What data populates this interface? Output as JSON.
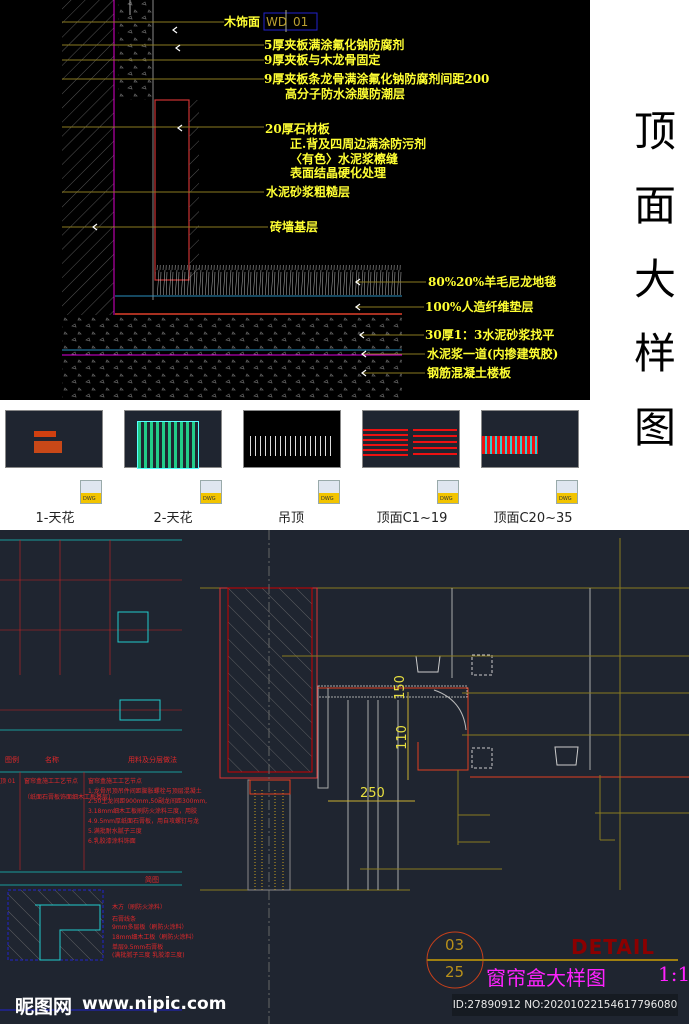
{
  "top_detail": {
    "tag_label": "木饰面",
    "tag_code": "WD",
    "tag_number": "01",
    "callouts": [
      "5厚夹板满涂氟化钠防腐剂",
      "9厚夹板与木龙骨固定",
      "9厚夹板条龙骨满涂氟化钠防腐剂间距200",
      "高分子防水涂膜防潮层",
      "20厚石材板",
      "正.背及四周边满涂防污剂",
      "〈有色〉水泥浆檫缝",
      "表面结晶硬化处理",
      "水泥砂浆粗糙层",
      "砖墙基层",
      "80%20%羊毛尼龙地毯",
      "100%人造纤维垫层",
      "30厚1：3水泥砂浆找平",
      "水泥浆一道(内掺建筑胶)",
      "钢筋混凝土楼板"
    ]
  },
  "side_title": [
    "顶",
    "面",
    "大",
    "样",
    "图"
  ],
  "files": [
    {
      "label": "1-天花",
      "icon": "dwg-file-icon"
    },
    {
      "label": "2-天花",
      "icon": "dwg-file-icon"
    },
    {
      "label": "吊顶",
      "icon": "dwg-file-icon"
    },
    {
      "label": "顶面C1~19",
      "icon": "dwg-file-icon"
    },
    {
      "label": "顶面C20~35",
      "icon": "dwg-file-icon"
    }
  ],
  "dwg_badge": "DWG",
  "left_sheet": {
    "headers": [
      "图例",
      "名称",
      "用料及分层做法"
    ],
    "code": "顶 01",
    "name": "窗帘盒施工工艺节点",
    "name_note": "（纸面石膏板饰面细木工板基层）",
    "steps_title": "窗帘盒施工工艺节点",
    "steps": [
      "1.龙骨吊顶吊件间距膨胀螺栓与顶层混凝土",
      "2.50主龙间距900mm,50副龙间距300mm,",
      "3.18mm细木工板刷防火涂料三度，用胶",
      "4.9.5mm厚纸面石膏板，用自攻螺钉与龙",
      "5.满批耐水腻子三度",
      "6.乳胶漆涂料饰面"
    ],
    "sketch_title": "简图",
    "sketch_callouts": [
      "木方（刷防火涂料）",
      "石膏线条",
      "9mm多层板（刷防火涂料）",
      "18mm细木工板（刷防火涂料）",
      "单层9.5mm石膏板",
      "(满批腻子三度 乳胶漆三度)"
    ]
  },
  "detail": {
    "dims": [
      "150",
      "110",
      "250"
    ],
    "sheet_no": "03",
    "sheet_total": "25",
    "detail_word": "DETAIL",
    "title": "窗帘盒大样图",
    "scale": "1:1"
  },
  "watermark": {
    "brand": "昵图网",
    "url": "www.nipic.com"
  },
  "image_id": "ID:27890912 NO:20201022154617796080",
  "colors": {
    "cad_bg": "#1f2530",
    "label_yellow": "#ffff33",
    "leader": "#8a7a20",
    "title_magenta": "#ff22ff",
    "detail_red": "#8b0000"
  }
}
